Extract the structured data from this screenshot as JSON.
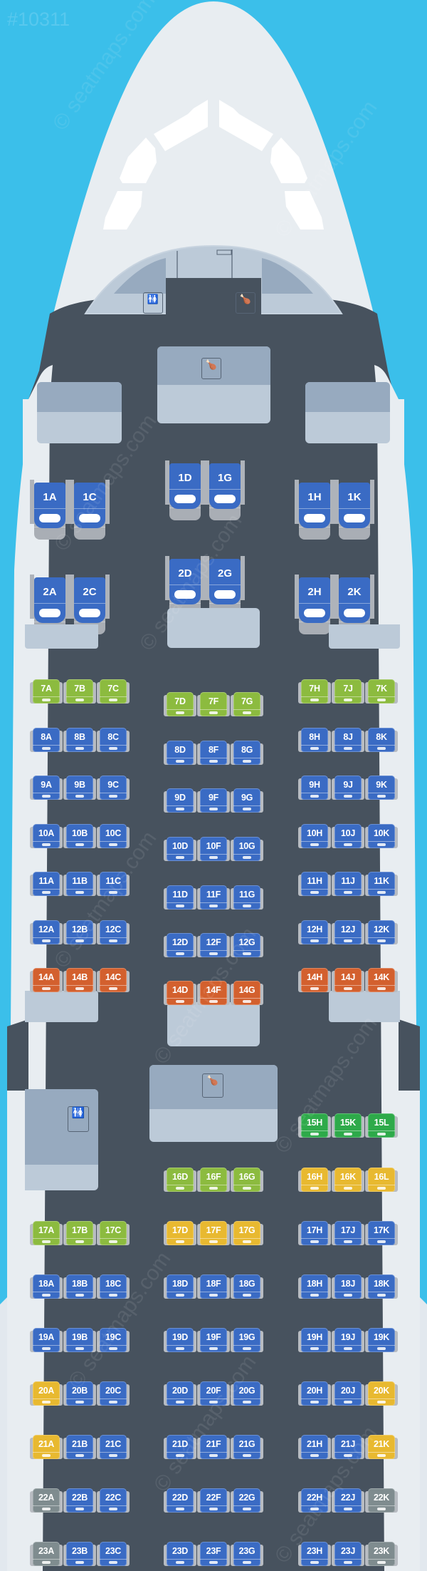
{
  "map_id": "#10311",
  "watermark": "© seatmaps.com",
  "colors": {
    "sky": "#3bbfea",
    "fuselage": "#e8edf1",
    "cabin_floor": "#47525e",
    "standard": "#3a6bc4",
    "extra_legroom_light_green": "#8cbb3f",
    "preferred_green": "#2eaa4a",
    "exit_orange": "#d3602e",
    "yellow": "#e8b930",
    "restricted_gray": "#7f8c8f",
    "business": "#3a6bc4"
  },
  "facilities": {
    "front_lavatory": "lavatory-icon",
    "front_galley": "galley-icon",
    "mid_galley_1": "galley-icon",
    "mid_galley_2": "galley-icon",
    "rear_lavatory": "lavatory-icon"
  },
  "business": {
    "rows": [
      {
        "row": "1",
        "seats": [
          "1A",
          "1C",
          "1D",
          "1G",
          "1H",
          "1K"
        ]
      },
      {
        "row": "2",
        "seats": [
          "2A",
          "2C",
          "2D",
          "2G",
          "2H",
          "2K"
        ]
      }
    ]
  },
  "economy": {
    "rows": [
      {
        "row": "7",
        "left": [
          [
            "7A",
            "lgreen"
          ],
          [
            "7B",
            "lgreen"
          ],
          [
            "7C",
            "lgreen"
          ]
        ],
        "center": [
          [
            "7D",
            "lgreen"
          ],
          [
            "7F",
            "lgreen"
          ],
          [
            "7G",
            "lgreen"
          ]
        ],
        "right": [
          [
            "7H",
            "lgreen"
          ],
          [
            "7J",
            "lgreen"
          ],
          [
            "7K",
            "lgreen"
          ]
        ]
      },
      {
        "row": "8",
        "left": [
          [
            "8A",
            "blue"
          ],
          [
            "8B",
            "blue"
          ],
          [
            "8C",
            "blue"
          ]
        ],
        "center": [
          [
            "8D",
            "blue"
          ],
          [
            "8F",
            "blue"
          ],
          [
            "8G",
            "blue"
          ]
        ],
        "right": [
          [
            "8H",
            "blue"
          ],
          [
            "8J",
            "blue"
          ],
          [
            "8K",
            "blue"
          ]
        ]
      },
      {
        "row": "9",
        "left": [
          [
            "9A",
            "blue"
          ],
          [
            "9B",
            "blue"
          ],
          [
            "9C",
            "blue"
          ]
        ],
        "center": [
          [
            "9D",
            "blue"
          ],
          [
            "9F",
            "blue"
          ],
          [
            "9G",
            "blue"
          ]
        ],
        "right": [
          [
            "9H",
            "blue"
          ],
          [
            "9J",
            "blue"
          ],
          [
            "9K",
            "blue"
          ]
        ]
      },
      {
        "row": "10",
        "left": [
          [
            "10A",
            "blue"
          ],
          [
            "10B",
            "blue"
          ],
          [
            "10C",
            "blue"
          ]
        ],
        "center": [
          [
            "10D",
            "blue"
          ],
          [
            "10F",
            "blue"
          ],
          [
            "10G",
            "blue"
          ]
        ],
        "right": [
          [
            "10H",
            "blue"
          ],
          [
            "10J",
            "blue"
          ],
          [
            "10K",
            "blue"
          ]
        ]
      },
      {
        "row": "11",
        "left": [
          [
            "11A",
            "blue"
          ],
          [
            "11B",
            "blue"
          ],
          [
            "11C",
            "blue"
          ]
        ],
        "center": [
          [
            "11D",
            "blue"
          ],
          [
            "11F",
            "blue"
          ],
          [
            "11G",
            "blue"
          ]
        ],
        "right": [
          [
            "11H",
            "blue"
          ],
          [
            "11J",
            "blue"
          ],
          [
            "11K",
            "blue"
          ]
        ]
      },
      {
        "row": "12",
        "left": [
          [
            "12A",
            "blue"
          ],
          [
            "12B",
            "blue"
          ],
          [
            "12C",
            "blue"
          ]
        ],
        "center": [
          [
            "12D",
            "blue"
          ],
          [
            "12F",
            "blue"
          ],
          [
            "12G",
            "blue"
          ]
        ],
        "right": [
          [
            "12H",
            "blue"
          ],
          [
            "12J",
            "blue"
          ],
          [
            "12K",
            "blue"
          ]
        ]
      },
      {
        "row": "14",
        "left": [
          [
            "14A",
            "orange"
          ],
          [
            "14B",
            "orange"
          ],
          [
            "14C",
            "orange"
          ]
        ],
        "center": [
          [
            "14D",
            "orange"
          ],
          [
            "14F",
            "orange"
          ],
          [
            "14G",
            "orange"
          ]
        ],
        "right": [
          [
            "14H",
            "orange"
          ],
          [
            "14J",
            "orange"
          ],
          [
            "14K",
            "orange"
          ]
        ]
      },
      {
        "row": "15",
        "left": [],
        "center": [],
        "right": [
          [
            "15H",
            "green"
          ],
          [
            "15K",
            "green"
          ],
          [
            "15L",
            "green"
          ]
        ]
      },
      {
        "row": "16",
        "left": [],
        "center": [
          [
            "16D",
            "lgreen"
          ],
          [
            "16F",
            "lgreen"
          ],
          [
            "16G",
            "lgreen"
          ]
        ],
        "right": [
          [
            "16H",
            "yellow"
          ],
          [
            "16K",
            "yellow"
          ],
          [
            "16L",
            "yellow"
          ]
        ]
      },
      {
        "row": "17",
        "left": [
          [
            "17A",
            "lgreen"
          ],
          [
            "17B",
            "lgreen"
          ],
          [
            "17C",
            "lgreen"
          ]
        ],
        "center": [
          [
            "17D",
            "yellow"
          ],
          [
            "17F",
            "yellow"
          ],
          [
            "17G",
            "yellow"
          ]
        ],
        "right": [
          [
            "17H",
            "blue"
          ],
          [
            "17J",
            "blue"
          ],
          [
            "17K",
            "blue"
          ]
        ]
      },
      {
        "row": "18",
        "left": [
          [
            "18A",
            "blue"
          ],
          [
            "18B",
            "blue"
          ],
          [
            "18C",
            "blue"
          ]
        ],
        "center": [
          [
            "18D",
            "blue"
          ],
          [
            "18F",
            "blue"
          ],
          [
            "18G",
            "blue"
          ]
        ],
        "right": [
          [
            "18H",
            "blue"
          ],
          [
            "18J",
            "blue"
          ],
          [
            "18K",
            "blue"
          ]
        ]
      },
      {
        "row": "19",
        "left": [
          [
            "19A",
            "blue"
          ],
          [
            "19B",
            "blue"
          ],
          [
            "19C",
            "blue"
          ]
        ],
        "center": [
          [
            "19D",
            "blue"
          ],
          [
            "19F",
            "blue"
          ],
          [
            "19G",
            "blue"
          ]
        ],
        "right": [
          [
            "19H",
            "blue"
          ],
          [
            "19J",
            "blue"
          ],
          [
            "19K",
            "blue"
          ]
        ]
      },
      {
        "row": "20",
        "left": [
          [
            "20A",
            "yellow"
          ],
          [
            "20B",
            "blue"
          ],
          [
            "20C",
            "blue"
          ]
        ],
        "center": [
          [
            "20D",
            "blue"
          ],
          [
            "20F",
            "blue"
          ],
          [
            "20G",
            "blue"
          ]
        ],
        "right": [
          [
            "20H",
            "blue"
          ],
          [
            "20J",
            "blue"
          ],
          [
            "20K",
            "yellow"
          ]
        ]
      },
      {
        "row": "21",
        "left": [
          [
            "21A",
            "yellow"
          ],
          [
            "21B",
            "blue"
          ],
          [
            "21C",
            "blue"
          ]
        ],
        "center": [
          [
            "21D",
            "blue"
          ],
          [
            "21F",
            "blue"
          ],
          [
            "21G",
            "blue"
          ]
        ],
        "right": [
          [
            "21H",
            "blue"
          ],
          [
            "21J",
            "blue"
          ],
          [
            "21K",
            "yellow"
          ]
        ]
      },
      {
        "row": "22",
        "left": [
          [
            "22A",
            "gray"
          ],
          [
            "22B",
            "blue"
          ],
          [
            "22C",
            "blue"
          ]
        ],
        "center": [
          [
            "22D",
            "blue"
          ],
          [
            "22F",
            "blue"
          ],
          [
            "22G",
            "blue"
          ]
        ],
        "right": [
          [
            "22H",
            "blue"
          ],
          [
            "22J",
            "blue"
          ],
          [
            "22K",
            "gray"
          ]
        ]
      },
      {
        "row": "23",
        "left": [
          [
            "23A",
            "gray"
          ],
          [
            "23B",
            "blue"
          ],
          [
            "23C",
            "blue"
          ]
        ],
        "center": [
          [
            "23D",
            "blue"
          ],
          [
            "23F",
            "blue"
          ],
          [
            "23G",
            "blue"
          ]
        ],
        "right": [
          [
            "23H",
            "blue"
          ],
          [
            "23J",
            "blue"
          ],
          [
            "23K",
            "gray"
          ]
        ]
      }
    ]
  }
}
